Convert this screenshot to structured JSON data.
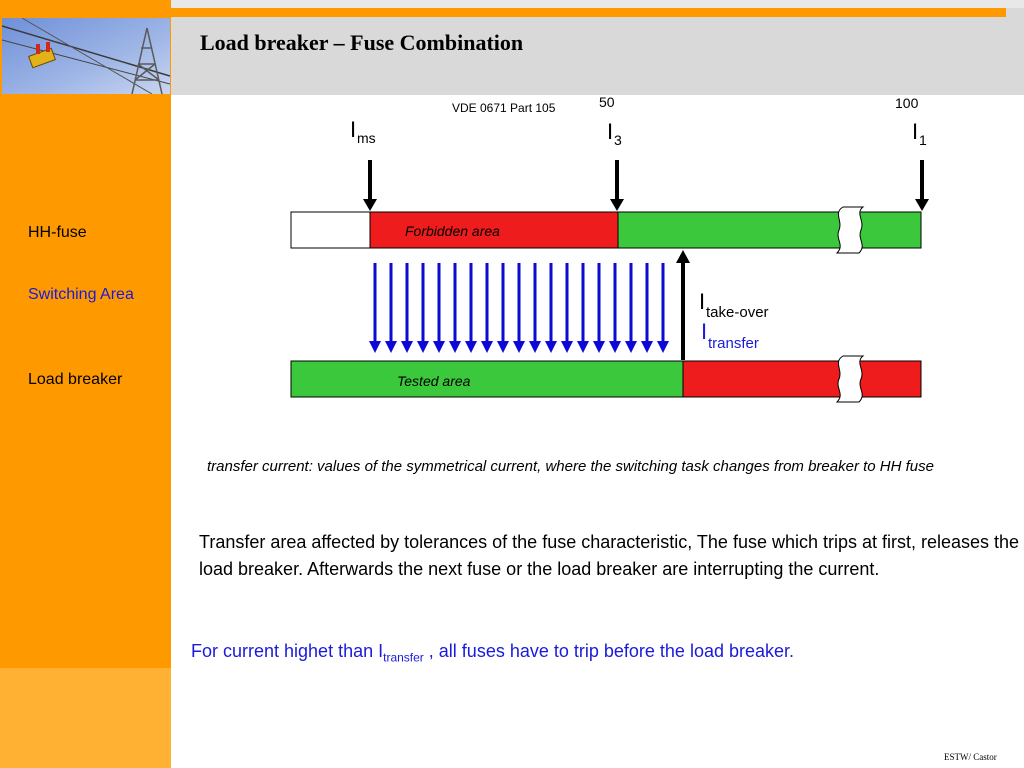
{
  "slide": {
    "title": "Load breaker – Fuse Combination",
    "footer": "ESTW/ Castor"
  },
  "sidebar": {
    "labels": [
      "HH-fuse",
      "Switching Area",
      "Load breaker"
    ],
    "highlight_color": "#1a1adc"
  },
  "diagram": {
    "standard": "VDE 0671 Part 105",
    "top_values": [
      "50",
      "100"
    ],
    "currents": {
      "ims_main": "I",
      "ims_sub": "ms",
      "i3_main": "I",
      "i3_sub": "3",
      "i1_main": "I",
      "i1_sub": "1",
      "takeover_main": "I",
      "takeover_sub": "take-over",
      "transfer_main": "I",
      "transfer_sub": "transfer"
    },
    "upper_bar_label": "Forbidden area",
    "lower_bar_label": "Tested area",
    "colors": {
      "red": "#ee1c1c",
      "green": "#3cc83c",
      "arrow_blue": "#0a0ad2"
    }
  },
  "text": {
    "transfer_definition": "transfer current:  values of the symmetrical current, where the switching task changes from breaker to HH fuse",
    "transfer_area": "Transfer area affected by tolerances of the fuse characteristic, The fuse which trips at first, releases the load breaker. Afterwards the next fuse or the load breaker are interrupting the current.",
    "note_prefix": "For current highet than I",
    "note_sub": "transfer",
    "note_suffix": " , all fuses have to trip before the load breaker."
  }
}
